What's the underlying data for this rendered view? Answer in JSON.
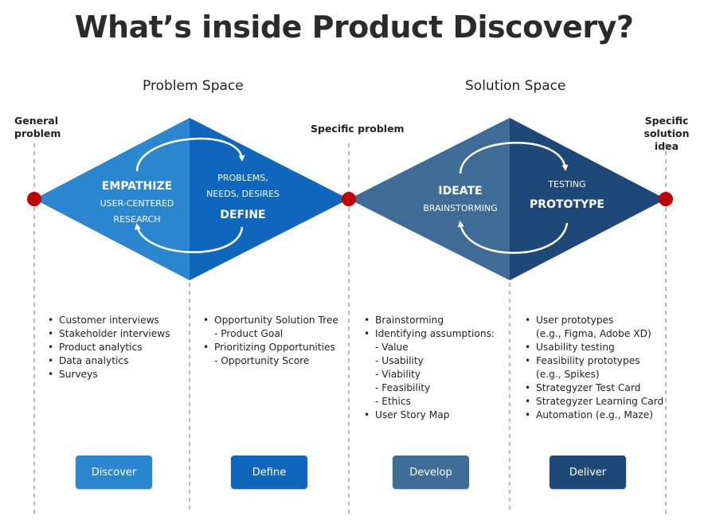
{
  "title": "What’s inside Product Discovery?",
  "spaces": {
    "problem": "Problem Space",
    "solution": "Solution Space"
  },
  "markers": {
    "general_line1": "General",
    "general_line2": "problem",
    "specific_problem": "Specific problem",
    "solution_line1": "Specific",
    "solution_line2": "solution idea"
  },
  "diamond1": {
    "left_title": "EMPATHIZE",
    "left_sub1": "USER-CENTERED",
    "left_sub2": "RESEARCH",
    "right_sub1": "PROBLEMS,",
    "right_sub2": "NEEDS, DESIRES",
    "right_title": "DEFINE"
  },
  "diamond2": {
    "left_title": "IDEATE",
    "left_sub": "BRAINSTORMING",
    "right_sub": "TESTING",
    "right_title": "PROTOTYPE"
  },
  "colors": {
    "discover": "#2b86d0",
    "define": "#0e67bd",
    "develop": "#3f6c97",
    "deliver": "#1d4877",
    "dot": "#c00000"
  },
  "columns": {
    "discover": [
      "Customer interviews",
      "Stakeholder interviews",
      "Product analytics",
      "Data analytics",
      "Surveys"
    ],
    "define": [
      "Opportunity Solution Tree",
      "- Product Goal",
      "Prioritizing Opportunities",
      "- Opportunity Score"
    ],
    "develop": [
      "Brainstorming",
      "Identifying assumptions:",
      "- Value",
      "- Usability",
      "- Viability",
      "- Feasibility",
      "- Ethics",
      "User Story Map"
    ],
    "deliver": [
      "User prototypes",
      "(e.g., Figma, Adobe XD)",
      "Usability testing",
      "Feasibility prototypes",
      "(e.g., Spikes)",
      "Strategyzer Test Card",
      "Strategyzer Learning Card",
      "Automation (e.g., Maze)"
    ]
  },
  "buttons": {
    "discover": "Discover",
    "define": "Define",
    "develop": "Develop",
    "deliver": "Deliver"
  }
}
